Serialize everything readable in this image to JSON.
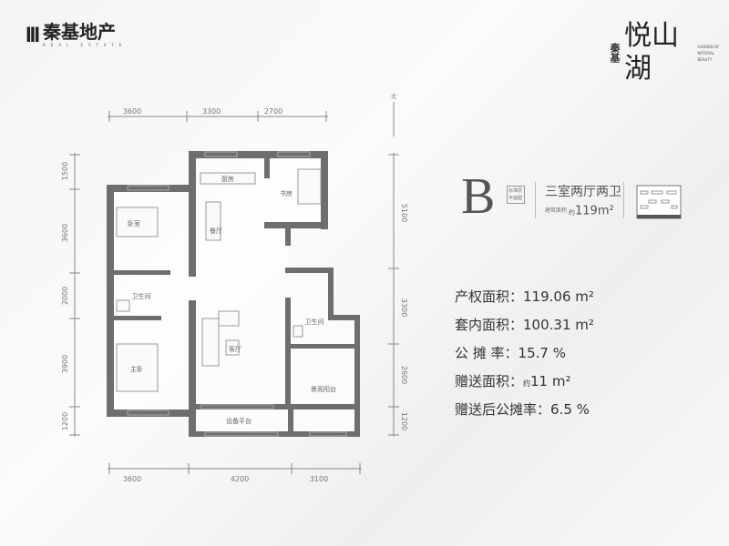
{
  "brand_left": {
    "mark": "III",
    "name": "秦基地产",
    "subtitle": "REAL ESTATE"
  },
  "brand_right": {
    "prefix": "秦基",
    "name": "悦山湖",
    "tagline": "GARDEN OF NATURAL BEAUTY"
  },
  "unit": {
    "type_letter": "B",
    "type_badge": "标准层平面图",
    "layout": "三室两厅两卫",
    "area_label": "建筑面积",
    "area_prefix": "约",
    "area_value": "119",
    "area_unit": "m²"
  },
  "stats": [
    {
      "label": "产权面积：",
      "prefix": "",
      "value": "119.06",
      "unit": "m²"
    },
    {
      "label": "套内面积：",
      "prefix": "",
      "value": "100.31",
      "unit": "m²"
    },
    {
      "label": "公 摊 率：",
      "prefix": "",
      "value": "15.7",
      "unit": "%"
    },
    {
      "label": "赠送面积：",
      "prefix": "约",
      "value": "11",
      "unit": "m²"
    },
    {
      "label": "赠送后公摊率：",
      "prefix": "",
      "value": "6.5",
      "unit": "%"
    }
  ],
  "dimensions": {
    "top": [
      "3600",
      "3300",
      "2700"
    ],
    "bottom": [
      "3600",
      "4200",
      "3100"
    ],
    "left": [
      "1500",
      "3600",
      "2000",
      "3900",
      "1200"
    ],
    "right": [
      "5100",
      "3300",
      "2600",
      "1200"
    ]
  },
  "rooms": {
    "kitchen": "厨房",
    "study": "书房",
    "bedroom": "卧室",
    "dining": "餐厅",
    "bathroom_1": "卫生间",
    "bathroom_2": "卫生间",
    "living": "客厅",
    "master_bedroom": "主卧",
    "balcony": "景观阳台",
    "equipment_platform": "设备平台"
  },
  "north_label": "北",
  "colors": {
    "wall": "#6e6e6e",
    "dim_line": "#888888"
  }
}
